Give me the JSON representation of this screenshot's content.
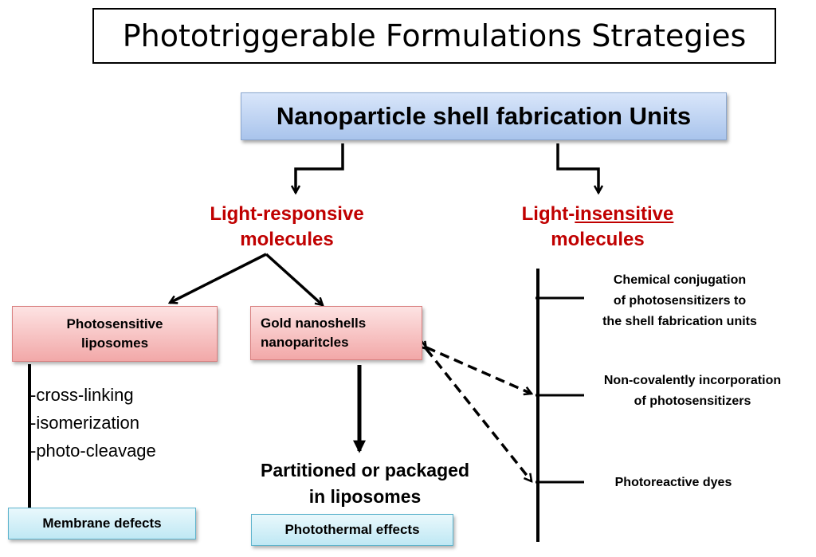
{
  "title": "Phototriggerable Formulations Strategies",
  "root": "Nanoparticle shell fabrication Units",
  "branches": {
    "responsive": {
      "line1": "Light-responsive",
      "line2": "molecules"
    },
    "insensitive": {
      "line1_prefix": "Light-",
      "line1_emph": "insensitive",
      "line2": "molecules"
    }
  },
  "photosensitive_liposomes": {
    "line1": "Photosensitive",
    "line2": "liposomes"
  },
  "gold_nanoshells": {
    "line1": "Gold nanoshells",
    "line2": "nanoparitcles"
  },
  "mechanisms": [
    "-cross-linking",
    "-isomerization",
    "-photo-cleavage"
  ],
  "membrane_defects": "Membrane defects",
  "partitioned": {
    "line1": "Partitioned or packaged",
    "line2": "in liposomes"
  },
  "photothermal_effects": "Photothermal effects",
  "insensitive_options": [
    {
      "line1": "Chemical conjugation",
      "line2": "of photosensitizers to",
      "line3": "the shell fabrication units"
    },
    {
      "line1": "Non-covalently incorporation",
      "line2": "of photosensitizers"
    },
    {
      "line1": "Photoreactive dyes"
    }
  ]
}
